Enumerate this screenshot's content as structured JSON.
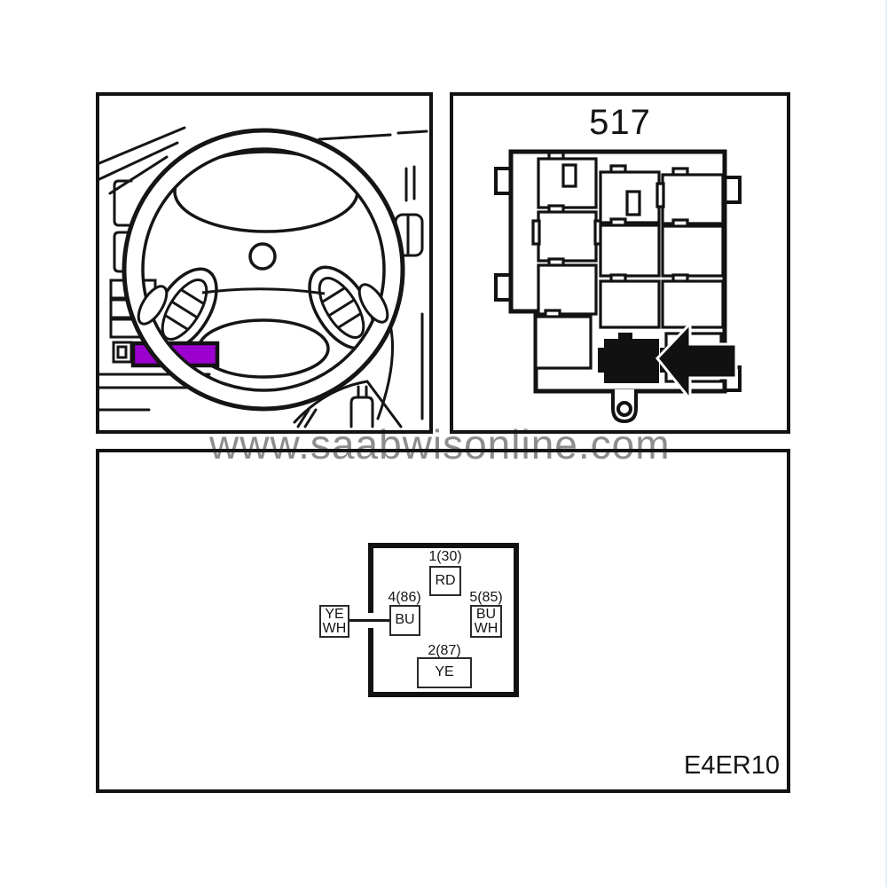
{
  "watermark": {
    "text": "www.saabwisonline.com",
    "color": "#8d8d8d"
  },
  "location_panel": {
    "highlight_color": "#9c00ce"
  },
  "fusebox_panel": {
    "label": "517"
  },
  "connector_panel": {
    "drawing_ref": "E4ER10",
    "pins": {
      "pin_1_30": {
        "label": "1(30)",
        "wire": "RD"
      },
      "pin_4_86": {
        "label": "4(86)",
        "wire": "BU"
      },
      "pin_5_85": {
        "label": "5(85)",
        "wire_top": "BU",
        "wire_bottom": "WH"
      },
      "pin_2_87": {
        "label": "2(87)",
        "wire": "YE"
      },
      "external_wire": {
        "top": "YE",
        "bottom": "WH"
      }
    }
  }
}
